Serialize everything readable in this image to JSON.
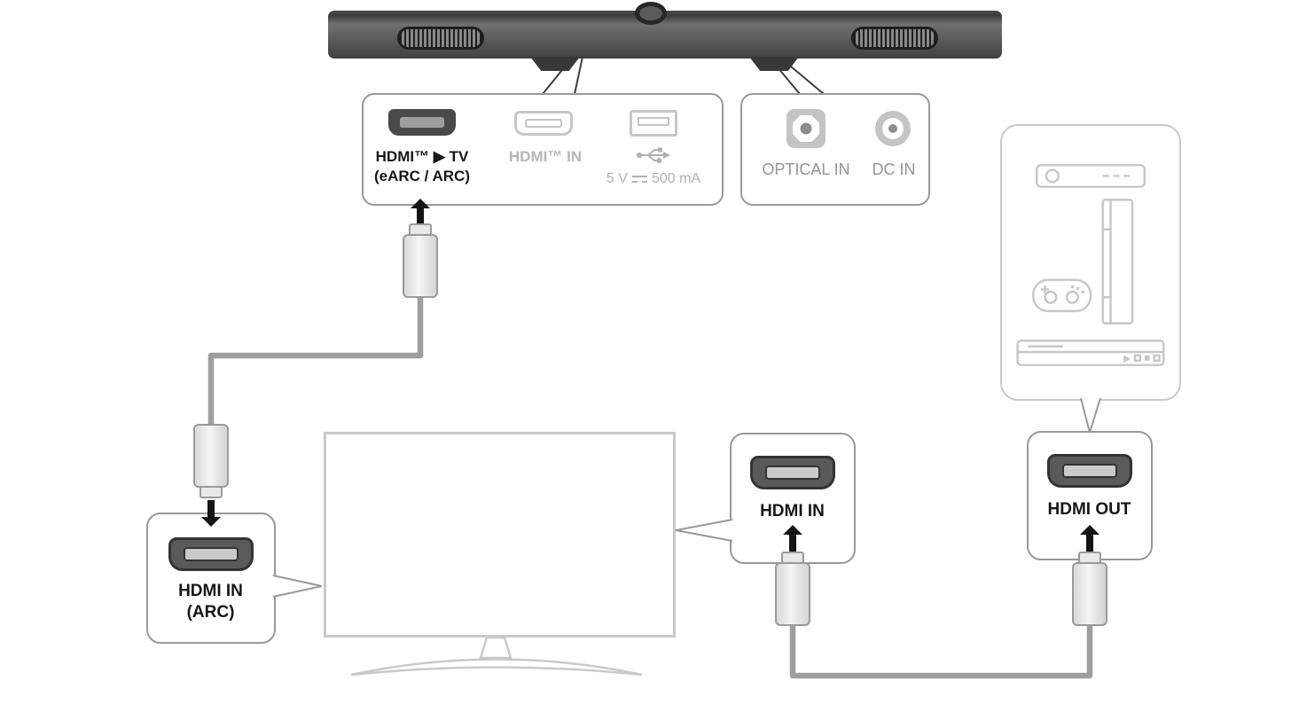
{
  "rear_panel": {
    "hdmi_tv": {
      "line1": "HDMI™ ▶ TV",
      "line2": "(eARC / ARC)"
    },
    "hdmi_in_label": "HDMI™ IN",
    "usb": {
      "volts": "5 V",
      "current": "500 mA"
    }
  },
  "power_panel": {
    "optical_label": "OPTICAL IN",
    "dc_label": "DC IN"
  },
  "tv_arc_callout": {
    "line1": "HDMI IN",
    "line2": "(ARC)"
  },
  "tv_hdmi_in_callout": {
    "label": "HDMI IN"
  },
  "device_hdmi_out_callout": {
    "label": "HDMI OUT"
  },
  "icons": {
    "usb_symbol": "usb-trident",
    "dc_symbol": "solid-over-dashed-line",
    "arrow_up": "black-up-arrow",
    "arrow_down": "black-down-arrow",
    "hdmi_port": "hdmi-trapezoid-port",
    "optical_port": "optical-square-port",
    "dc_port": "concentric-circle-port",
    "devices": [
      "set-top-box",
      "game-console-with-gamepad",
      "disc-player"
    ]
  },
  "colors": {
    "cable": "#9e9e9e",
    "panel_border": "#999999",
    "inactive_gray": "#b5b5b5",
    "ghost_gray": "#c9c9c9",
    "soundbar_dark": "#4a4a4a"
  }
}
